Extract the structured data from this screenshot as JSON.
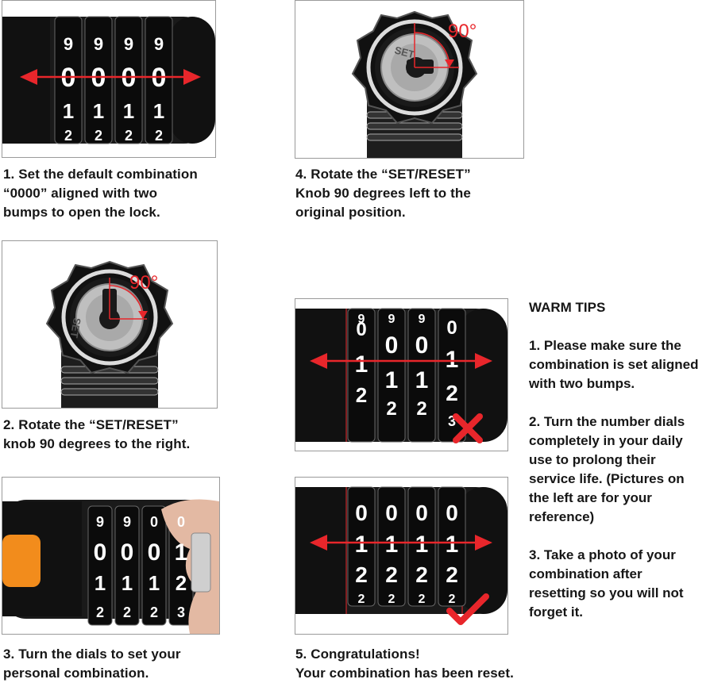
{
  "steps": {
    "s1": {
      "lines": [
        "1. Set the default combination",
        "“0000” aligned with two",
        "bumps to open the lock."
      ]
    },
    "s2": {
      "lines": [
        "2. Rotate the “SET/RESET”",
        "knob 90 degrees to the right."
      ],
      "angle": "90°"
    },
    "s3": {
      "lines": [
        "3. Turn the dials to set your",
        "personal combination."
      ]
    },
    "s4": {
      "lines": [
        "4. Rotate the “SET/RESET”",
        "Knob 90 degrees left to the",
        "original position."
      ],
      "angle": "90°"
    },
    "s5": {
      "lines": [
        "5. Congratulations!",
        "Your combination has been reset."
      ]
    }
  },
  "tips": {
    "title": "WARM TIPS",
    "items": [
      {
        "lines": [
          "1. Please make sure the",
          "combination is set aligned",
          "with two bumps."
        ]
      },
      {
        "lines": [
          "2. Turn the number dials",
          "completely in your daily",
          "use to prolong their",
          "service life. (Pictures on",
          "the left are for your",
          "reference)"
        ]
      },
      {
        "lines": [
          "3. Take a photo of your",
          "combination after",
          "resetting so you will not",
          "forget it."
        ]
      }
    ]
  },
  "dials": {
    "p1": {
      "top": [
        "9",
        "9",
        "9",
        "9"
      ],
      "mid": [
        "0",
        "0",
        "0",
        "0"
      ],
      "bot": [
        "1",
        "1",
        "1",
        "1"
      ],
      "last": [
        "2",
        "2",
        "2",
        "2"
      ]
    },
    "p3": {
      "top": [
        "9",
        "9",
        "0",
        "0"
      ],
      "mid": [
        "0",
        "0",
        "0",
        "1"
      ],
      "bot": [
        "1",
        "1",
        "1",
        "2"
      ],
      "last": [
        "2",
        "2",
        "2",
        "3"
      ]
    },
    "pw": {
      "top": [
        "9",
        "9",
        "9",
        "0"
      ],
      "mid": [
        "0",
        "0",
        "0",
        "1"
      ],
      "bot": [
        "1",
        "1",
        "1",
        "2"
      ],
      "last": [
        "2",
        "2",
        "2",
        "3"
      ]
    },
    "pr": {
      "top": [
        "0",
        "0",
        "0",
        "0"
      ],
      "mid": [
        "1",
        "1",
        "1",
        "1"
      ],
      "bot": [
        "2",
        "2",
        "2",
        "2"
      ],
      "last": [
        "2",
        "2",
        "2",
        "2"
      ]
    }
  },
  "knob": {
    "label": "SET"
  },
  "colors": {
    "arrow": "#e8262b",
    "body": "#151515",
    "orange": "#f28c1c"
  }
}
